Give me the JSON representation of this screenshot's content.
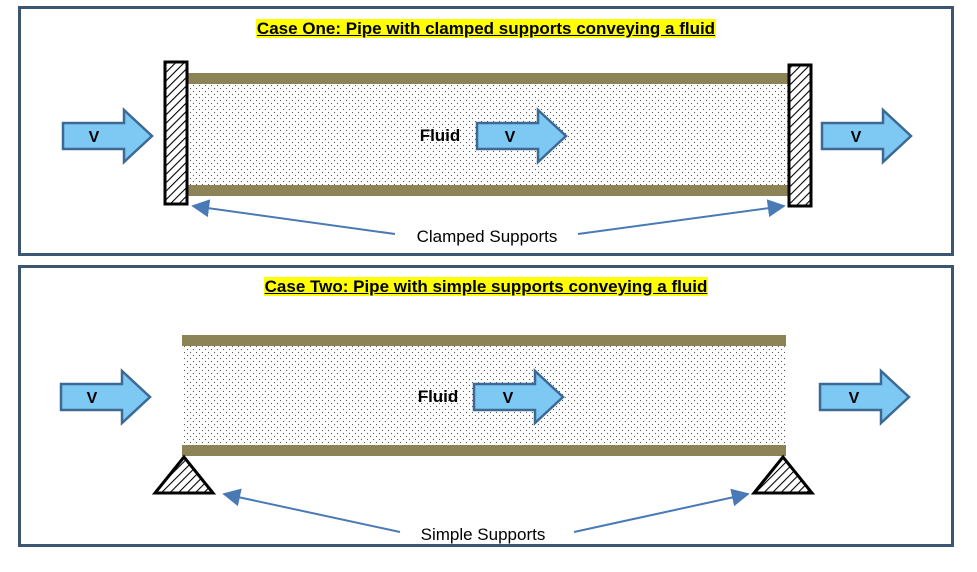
{
  "case_one": {
    "title": "Case One: Pipe with clamped supports conveying a fluid",
    "fluid_label": "Fluid",
    "velocity_label": "V",
    "support_label": "Clamped Supports"
  },
  "case_two": {
    "title": "Case Two: Pipe with simple supports conveying a fluid",
    "fluid_label": "Fluid",
    "velocity_label": "V",
    "support_label": "Simple Supports"
  },
  "colors": {
    "border": "#3a5670",
    "pipe_wall": "#8c8457",
    "arrow_fill": "#7ec8f4",
    "arrow_stroke": "#3d6a94",
    "pointer": "#4a7ab5",
    "title_highlight": "#ffff00"
  }
}
